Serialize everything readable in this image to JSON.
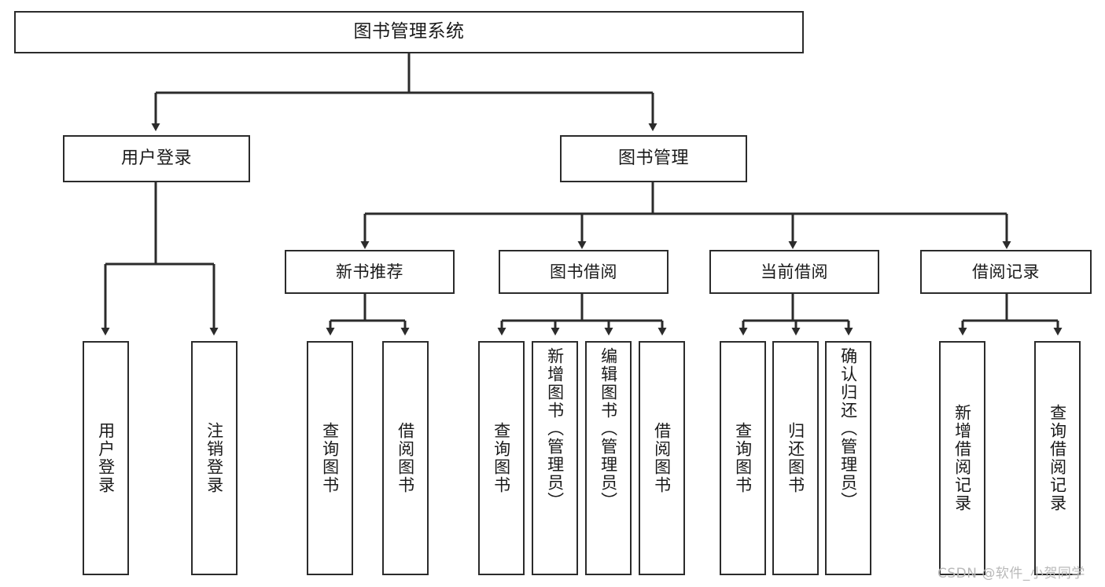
{
  "diagram": {
    "type": "tree-hierarchy-chart",
    "title": "图书管理系统",
    "watermark": "CSDN @软件_小贺同学",
    "colors": {
      "box_border": "#2b2b2b",
      "box_fill": "#ffffff",
      "connector": "#2b2b2b",
      "text": "#1a1a1a",
      "watermark": "#b9b9b9",
      "background": "#ffffff"
    },
    "root": {
      "label": "图书管理系统"
    },
    "level1": [
      {
        "label": "用户登录"
      },
      {
        "label": "图书管理"
      }
    ],
    "level2": [
      {
        "label": "新书推荐"
      },
      {
        "label": "图书借阅"
      },
      {
        "label": "当前借阅"
      },
      {
        "label": "借阅记录"
      }
    ],
    "leaves": {
      "user_login": [
        {
          "label": "用户登录"
        },
        {
          "label": "注销登录"
        }
      ],
      "new_book_recommend": [
        {
          "label": "查询图书"
        },
        {
          "label": "借阅图书"
        }
      ],
      "book_borrow": [
        {
          "label": "查询图书"
        },
        {
          "label": "新增图书（管理员）"
        },
        {
          "label": "编辑图书（管理员）"
        },
        {
          "label": "借阅图书"
        }
      ],
      "current_borrow": [
        {
          "label": "查询图书"
        },
        {
          "label": "归还图书"
        },
        {
          "label": "确认归还（管理员）"
        }
      ],
      "borrow_record": [
        {
          "label": "新增借阅记录"
        },
        {
          "label": "查询借阅记录"
        }
      ]
    }
  }
}
